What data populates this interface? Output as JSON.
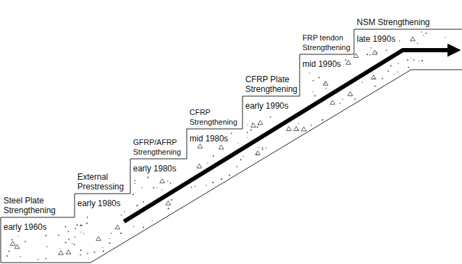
{
  "diagram": {
    "labels": [
      "Steel Plate Strengthening",
      "early 1960s",
      "External Prestressing",
      "early 1980s",
      "GFRP/AFRP Strengthening",
      "early 1980s",
      "CFRP Strengthening",
      "mid 1980s",
      "CFRP Plate Strengthening",
      "early 1990s",
      "FRP tendon Strengthening",
      "mid 1990s",
      "NSM Strengthening",
      "late 1990s"
    ]
  }
}
